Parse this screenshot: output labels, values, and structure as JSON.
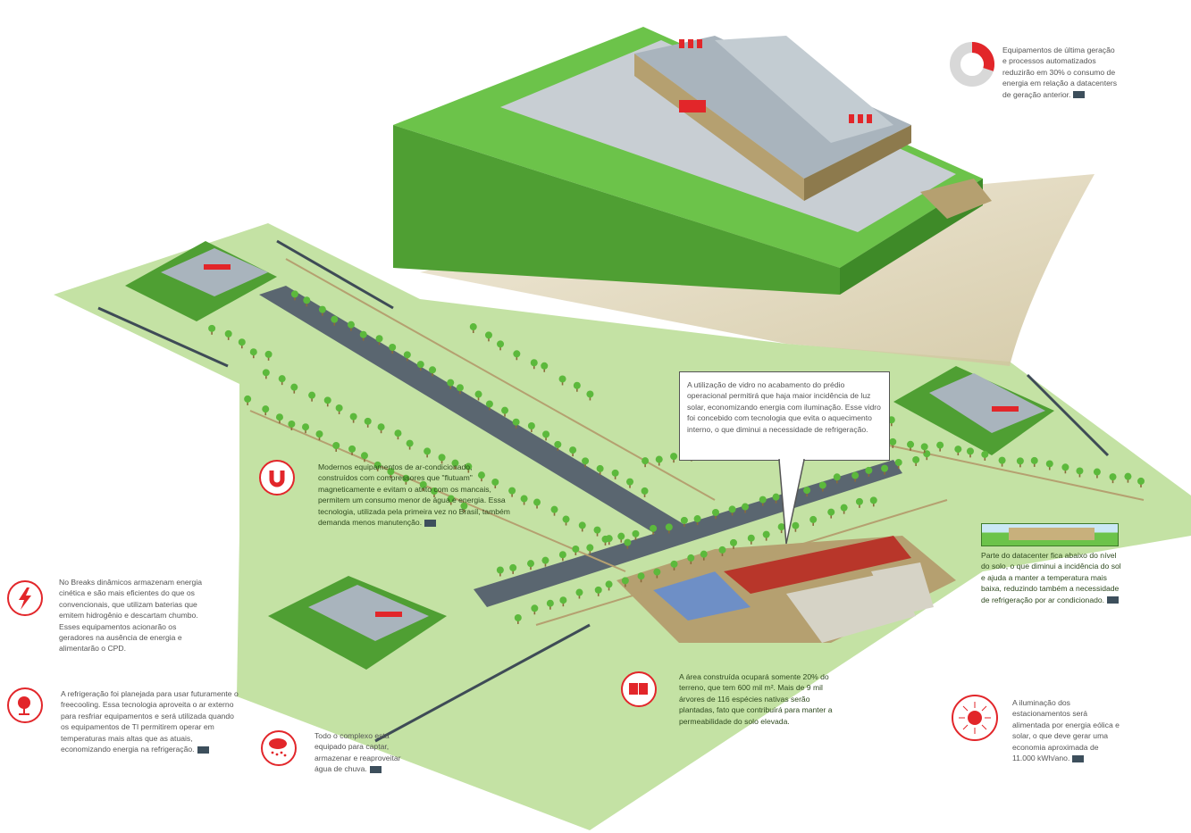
{
  "notes": {
    "efficiency": {
      "text": "Equipamentos de última geração e processos automatizados reduzirão em 30% o consumo de energia em relação a datacenters de geração anterior.",
      "value_percent": 30
    },
    "glass": {
      "text": "A utilização de vidro no acabamento do prédio operacional permitirá que haja maior incidência de luz solar, economizando energia com iluminação. Esse vidro foi concebido com tecnologia que evita o aquecimento interno, o que diminui a necessidade de refrigeração."
    },
    "aircon": {
      "text": "Modernos equipamentos de ar-condicionado, construídos com compressores que \"flutuam\" magneticamente e evitam o atrito com os mancais, permitem um consumo menor de água e energia. Essa tecnologia, utilizada pela primeira vez no Brasil, também demanda menos manutenção."
    },
    "nobreaks": {
      "text": "No Breaks dinâmicos armazenam energia cinética e são mais eficientes do que os convencionais, que utilizam baterias que emitem hidrogênio e descartam chumbo. Esses equipamentos acionarão os geradores na ausência de energia e alimentarão o CPD."
    },
    "freecooling": {
      "text": "A refrigeração foi planejada para usar futuramente o freecooling. Essa tecnologia aproveita o ar externo para resfriar equipamentos e será utilizada quando os equipamentos de TI permitirem operar em temperaturas mais altas que as atuais, economizando energia na refrigeração."
    },
    "rain": {
      "text": "Todo o complexo está equipado para captar, armazenar e reaproveitar água de chuva."
    },
    "area": {
      "text": "A área construída ocupará somente 20% do terreno, que tem 600 mil m². Mais de 9 mil árvores de 116 espécies nativas serão plantadas, fato que contribuirá para manter a permeabilidade do solo elevada."
    },
    "underground": {
      "text": "Parte do datacenter fica abaixo do nível do solo, o que diminui a incidência do sol e ajuda a manter a temperatura mais baixa, reduzindo também a necessidade de refrigeração por ar condicionado."
    },
    "lighting": {
      "text": "A iluminação dos estacionamentos será alimentada por energia eólica e solar, o que deve gerar uma economia aproximada de 11.000 kWh/ano."
    }
  },
  "colors": {
    "accent": "#e2262a",
    "ground": "#c4e2a4",
    "platform": "#5cb93c",
    "road": "#5a6670",
    "roof": "#a9b4bd"
  }
}
